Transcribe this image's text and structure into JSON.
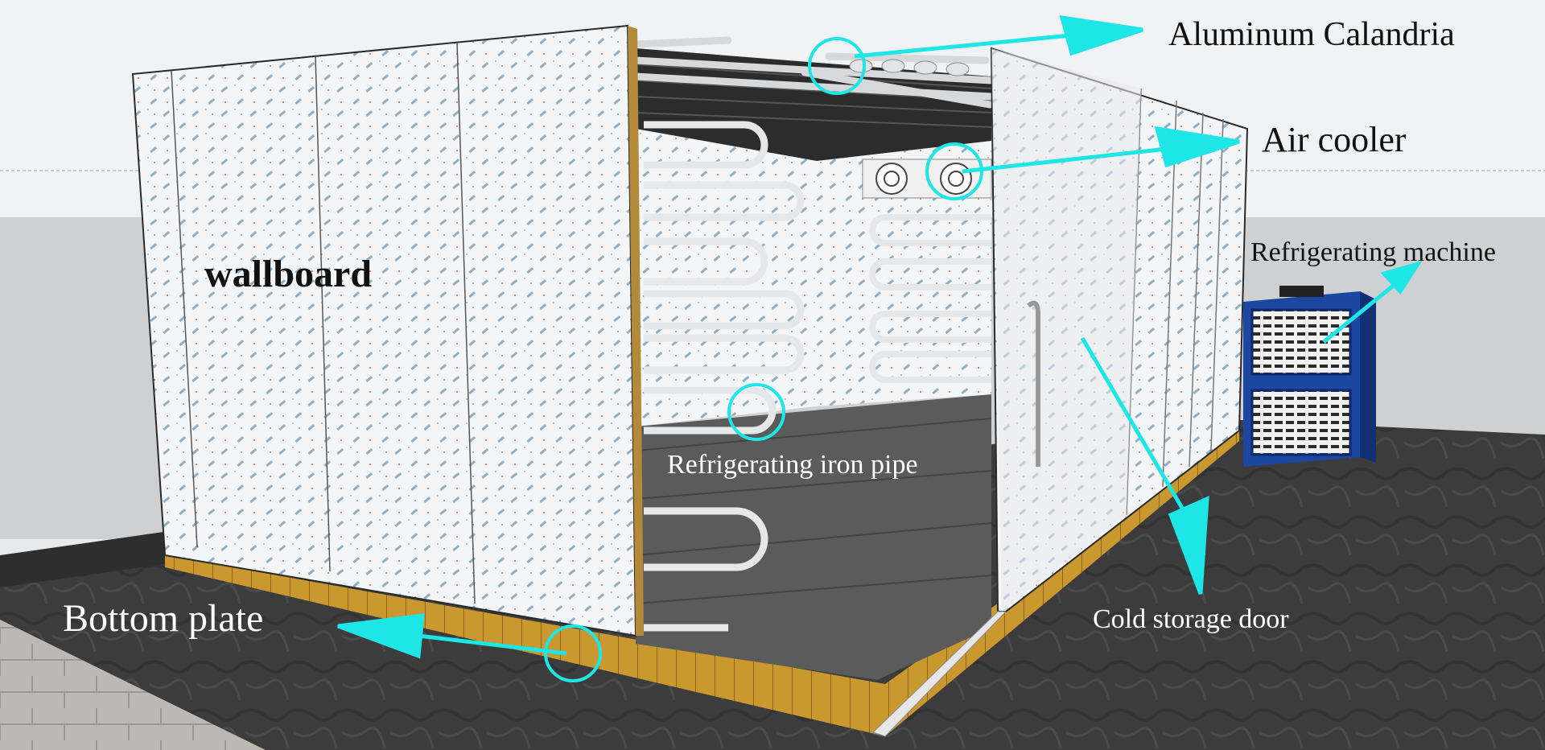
{
  "labels": {
    "aluminum_calandria": "Aluminum Calandria",
    "air_cooler": "Air cooler",
    "refrigerating_machine": "Refrigerating machine",
    "wallboard": "wallboard",
    "refrigerating_iron_pipe": "Refrigerating iron pipe",
    "cold_storage_door": "Cold storage door",
    "bottom_plate": "Bottom plate"
  },
  "colors": {
    "accent": "#1ee6e6",
    "panel": "#f3f4f6",
    "floor": "#5a5a5a",
    "ground": "#3a3a3a",
    "insulation": "#c8962e",
    "machine": "#1f4ea6"
  }
}
